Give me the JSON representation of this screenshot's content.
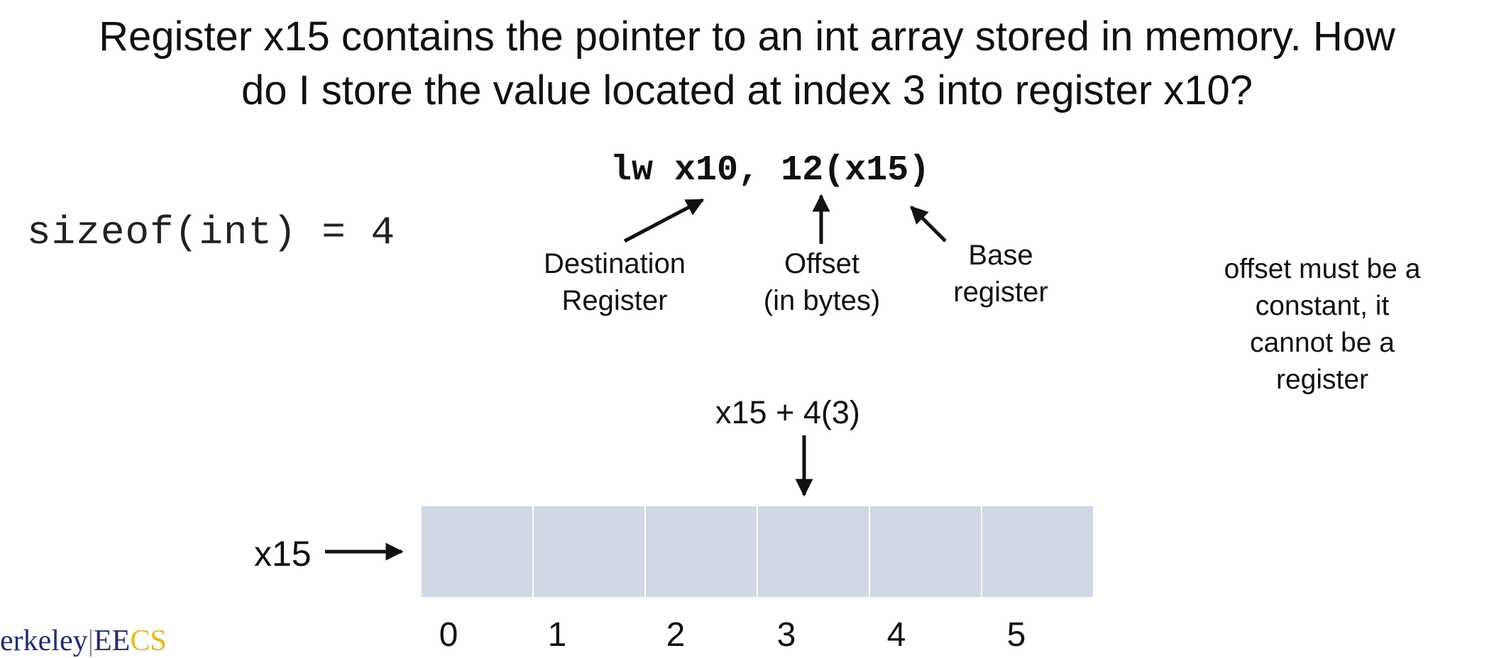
{
  "title": {
    "line1": "Register x15 contains the pointer to an int array stored in memory. How",
    "line2": "do I store the value located at index 3 into register x10?"
  },
  "sizeof_expr": "sizeof(int) = 4",
  "instruction": {
    "op": "lw x10,",
    "offset": "12",
    "base": "(x15)"
  },
  "labels": {
    "destination": [
      "Destination",
      "Register"
    ],
    "offset": [
      "Offset",
      "(in bytes)"
    ],
    "base": [
      "Base",
      "register"
    ]
  },
  "note": [
    "offset must be a",
    "constant, it",
    "cannot be a",
    "register"
  ],
  "address_expr": "x15 + 4(3)",
  "pointer_label": "x15",
  "array": {
    "indices": [
      "0",
      "1",
      "2",
      "3",
      "4",
      "5"
    ],
    "cell_color": "#d0d8e6"
  },
  "logo": {
    "part1": "erkeley",
    "part2": "EE",
    "part3": "CS"
  }
}
